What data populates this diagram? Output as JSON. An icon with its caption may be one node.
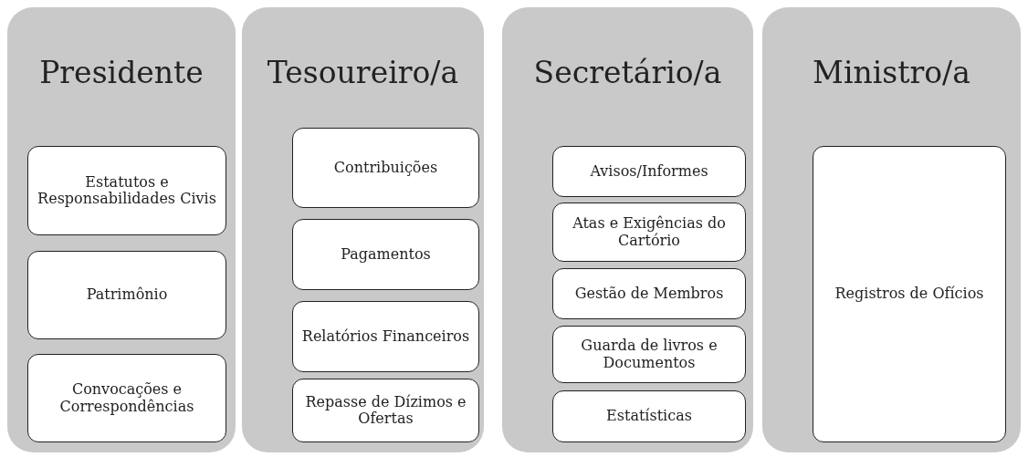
{
  "diagram": {
    "nodes": [
      {
        "text": [
          "Presidente"
        ]
      },
      {
        "text": [
          "Estatutos e Responsabilidades Civis"
        ],
        "in": 0
      },
      {
        "text": [
          "Patrimônio"
        ],
        "in": 0
      },
      {
        "text": [
          "Convocações e Correspondências"
        ],
        "in": 0
      },
      {
        "text": [
          "Tesoureiro/a"
        ]
      },
      {
        "text": [
          "Contribuições"
        ],
        "in": 4
      },
      {
        "text": [
          "Pagamentos"
        ],
        "in": 4
      },
      {
        "text": [
          "Relatórios Financeiros"
        ],
        "in": 4
      },
      {
        "text": [
          "Repasse de Dízimos e Ofertas"
        ],
        "in": 4
      },
      {
        "text": [
          "Secretário/a"
        ]
      },
      {
        "text": [
          "Avisos/Informes"
        ],
        "in": 9
      },
      {
        "text": [
          "Atas e Exigências do Cartório"
        ],
        "in": 9
      },
      {
        "text": [
          "Gestão de Membros"
        ],
        "in": 9
      },
      {
        "text": [
          "Guarda de livros e Documentos"
        ],
        "in": 9
      },
      {
        "text": [
          "Estatísticas"
        ],
        "in": 9
      },
      {
        "text": [
          "Ministro/a"
        ]
      },
      {
        "text": [
          "Registros de Ofícios"
        ],
        "in": 15
      }
    ],
    "edges": []
  }
}
